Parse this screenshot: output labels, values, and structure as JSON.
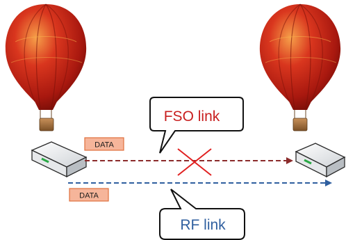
{
  "nodes": [
    {
      "id": "balloon-left",
      "icon": "hot-air-balloon-icon"
    },
    {
      "id": "balloon-right",
      "icon": "hot-air-balloon-icon"
    },
    {
      "id": "router-left",
      "icon": "router-icon"
    },
    {
      "id": "router-right",
      "icon": "router-icon"
    }
  ],
  "links": [
    {
      "name": "fso",
      "label": "FSO link",
      "color": "#8b2b2b",
      "status": "broken",
      "broken_marker_color": "#e02020"
    },
    {
      "name": "rf",
      "label": "RF link",
      "color": "#2f5f9f",
      "status": "active"
    }
  ],
  "data_tags": [
    {
      "label": "DATA",
      "link": "fso"
    },
    {
      "label": "DATA",
      "link": "rf"
    }
  ],
  "colors": {
    "balloon_red": "#c8241a",
    "balloon_dark": "#7a1008",
    "data_tag_fill": "#f6b59a",
    "data_tag_border": "#e0703d",
    "rf_text": "#2f5f9f",
    "fso_text": "#c81e1e"
  }
}
